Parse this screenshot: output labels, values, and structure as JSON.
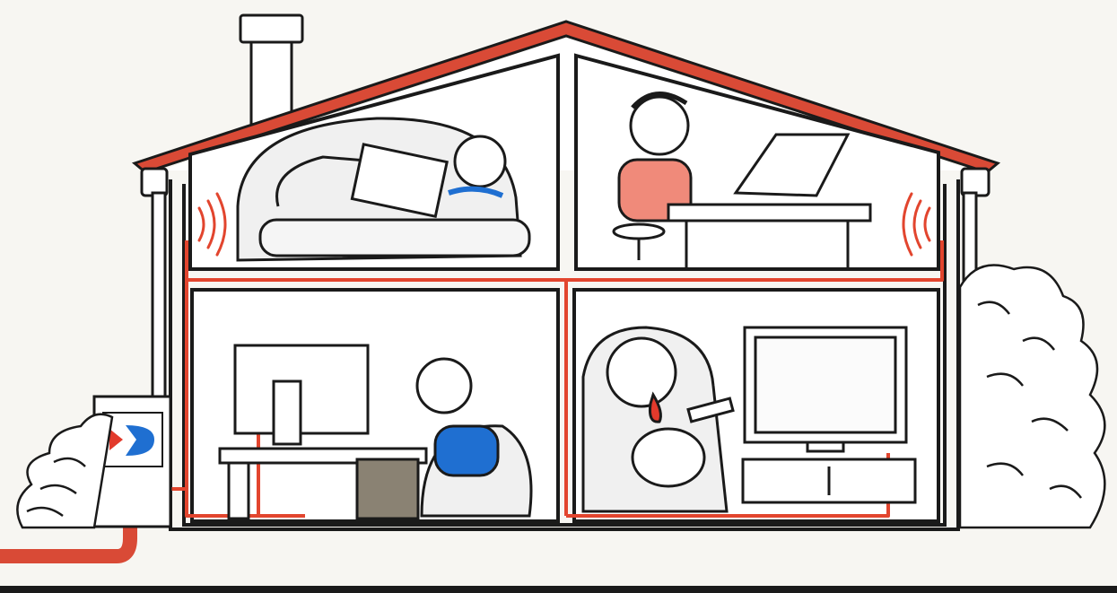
{
  "colors": {
    "paper": "#f7f6f2",
    "ink": "#1a1a1a",
    "cable": "#e2452e",
    "roof": "#d94a36",
    "brand_blue": "#1f6fd1",
    "brand_red": "#e23a2c",
    "sofa": "#efefef",
    "speaker": "#8a8273"
  },
  "scene": {
    "rooms": [
      "attic-left-bedroom",
      "attic-right-office",
      "ground-left-computer-room",
      "ground-right-living-room"
    ],
    "network_box_logo": "network-provider-logo"
  }
}
